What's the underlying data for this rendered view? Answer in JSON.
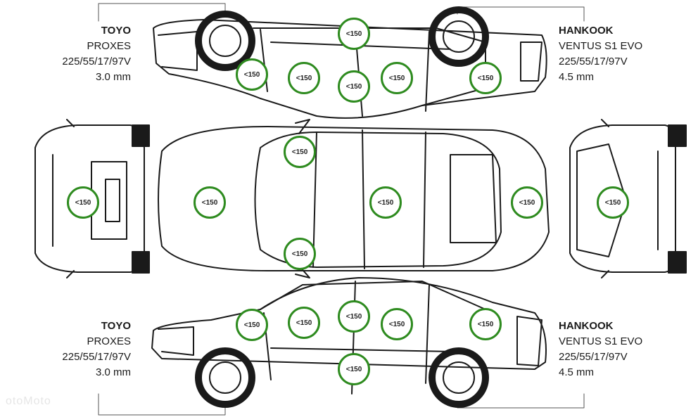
{
  "tires": {
    "top_left": {
      "brand": "TOYO",
      "model": "PROXES",
      "size": "225/55/17/97V",
      "tread": "3.0 mm"
    },
    "bottom_left": {
      "brand": "TOYO",
      "model": "PROXES",
      "size": "225/55/17/97V",
      "tread": "3.0 mm"
    },
    "top_right": {
      "brand": "HANKOOK",
      "model": "VENTUS S1 EVO",
      "size": "225/55/17/97V",
      "tread": "4.5 mm"
    },
    "bottom_right": {
      "brand": "HANKOOK",
      "model": "VENTUS S1 EVO",
      "size": "225/55/17/97V",
      "tread": "4.5 mm"
    }
  },
  "paint_readings": {
    "unit_label": "<150",
    "points": [
      "<150",
      "<150",
      "<150",
      "<150",
      "<150",
      "<150",
      "<150",
      "<150",
      "<150",
      "<150",
      "<150",
      "<150",
      "<150",
      "<150",
      "<150",
      "<150",
      "<150",
      "<150",
      "<150"
    ]
  },
  "colors": {
    "gauge_ring": "#2e8b1f",
    "outline": "#1a1a1a"
  },
  "watermark": "otoMoto"
}
